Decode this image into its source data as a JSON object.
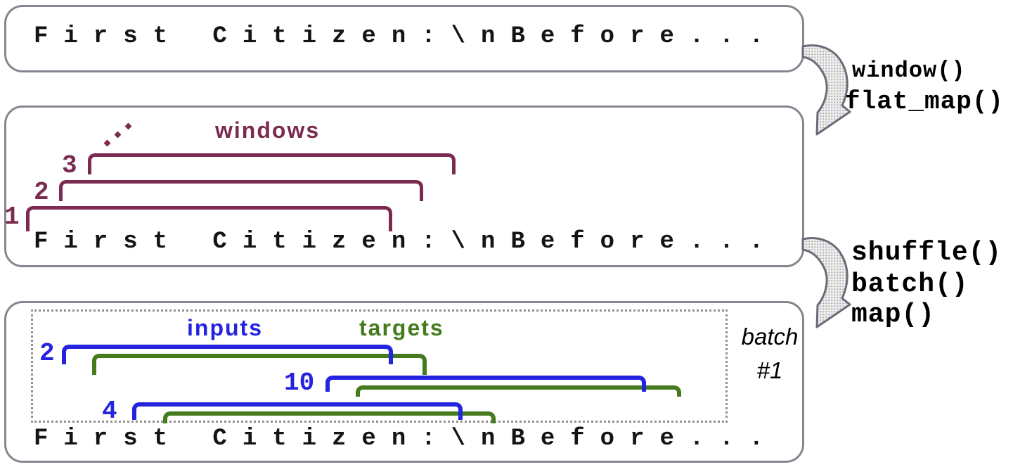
{
  "boxes": {
    "source": {
      "text": "First Citizen:\\nBefore..."
    },
    "windows": {
      "title": "windows",
      "brackets": [
        {
          "label": "3"
        },
        {
          "label": "2"
        },
        {
          "label": "1"
        }
      ],
      "text": "First Citizen:\\nBefore..."
    },
    "batch": {
      "inputs_label": "inputs",
      "targets_label": "targets",
      "caption": {
        "line1": "batch",
        "line2": "#1"
      },
      "rows": [
        {
          "label": "2"
        },
        {
          "label": "10"
        },
        {
          "label": "4"
        }
      ],
      "text": "First Citizen:\\nBefore..."
    }
  },
  "operations": {
    "stage1": [
      "window()",
      "flat_map()"
    ],
    "stage2": [
      "shuffle()",
      "batch()",
      "map()"
    ]
  },
  "colors": {
    "window_color": "#7b2b50",
    "inputs_color": "#2323e0",
    "targets_color": "#457b1e",
    "box_border_color": "#8b8490",
    "text_color": "#141414"
  }
}
